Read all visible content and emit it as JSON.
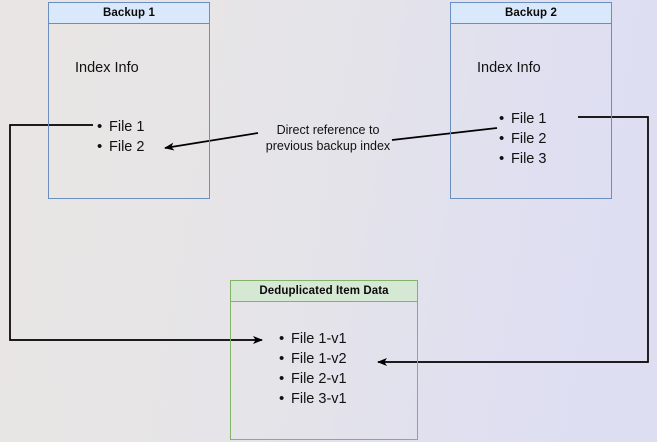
{
  "diagram": {
    "title_hidden": "",
    "background": {
      "gradient_from": "#e8e5e4",
      "gradient_to": "#dedef3"
    },
    "colors": {
      "blue_fill": "#dae8fc",
      "blue_stroke": "#6c8ebf",
      "green_fill": "#d5e8d4",
      "green_stroke": "#82b366",
      "line": "#000000",
      "text": "#111111"
    },
    "boxes": [
      {
        "id": "backup-1",
        "header": "Backup 1",
        "section_label": "Index Info",
        "items": [
          "File 1",
          "File 2"
        ]
      },
      {
        "id": "backup-2",
        "header": "Backup 2",
        "section_label": "Index Info",
        "items": [
          "File 1",
          "File 2",
          "File 3"
        ]
      },
      {
        "id": "deduplicated-item-data",
        "header": "Deduplicated Item Data",
        "section_label": "",
        "items": [
          "File 1-v1",
          "File 1-v2",
          "File 2-v1",
          "File 3-v1"
        ]
      }
    ],
    "connector_label": {
      "line1": "Direct reference to",
      "line2": "previous backup index"
    }
  }
}
